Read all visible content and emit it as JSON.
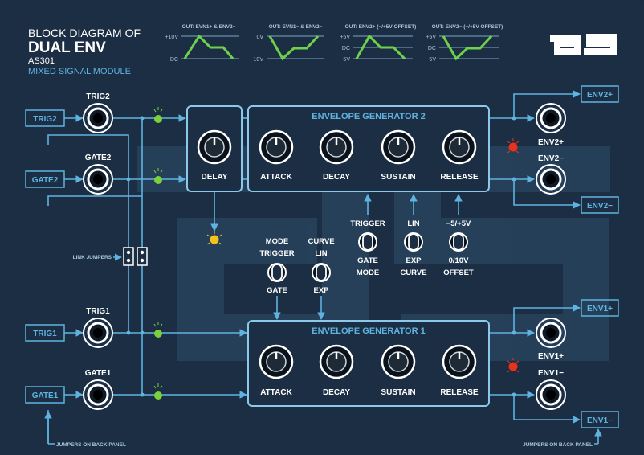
{
  "header": {
    "line1": "BLOCK DIAGRAM OF",
    "line2": "DUAL ENV",
    "model": "AS301",
    "subtitle": "MIXED SIGNAL MODULE",
    "logo": "a5"
  },
  "waveforms": [
    {
      "title": "OUT: EVN1+ & ENV2+",
      "top": "+10V",
      "bottom": "DC"
    },
    {
      "title": "OUT: EVN1− & ENV2−",
      "top": "0V",
      "bottom": "−10V"
    },
    {
      "title": "OUT: ENV2+ (−/+5V OFFSET)",
      "top": "+5V",
      "mid": "DC",
      "bottom": "−5V"
    },
    {
      "title": "OUT: ENV2− (−/+5V OFFSET)",
      "top": "+5V",
      "mid": "DC",
      "bottom": "−5V"
    }
  ],
  "inputs": {
    "trig2": "TRIG2",
    "gate2": "GATE2",
    "trig1": "TRIG1",
    "gate1": "GATE1"
  },
  "jacks": {
    "trig2": "TRIG2",
    "gate2": "GATE2",
    "trig1": "TRIG1",
    "gate1": "GATE1",
    "env2p": "ENV2+",
    "env2m": "ENV2−",
    "env1p": "ENV1+",
    "env1m": "ENV1−"
  },
  "outputs": {
    "env2p": "ENV2+",
    "env2m": "ENV2−",
    "env1p": "ENV1+",
    "env1m": "ENV1−"
  },
  "delay": {
    "label": "DELAY"
  },
  "eg2": {
    "title": "ENVELOPE GENERATOR 2",
    "knobs": [
      "ATTACK",
      "DECAY",
      "SUSTAIN",
      "RELEASE"
    ]
  },
  "eg1": {
    "title": "ENVELOPE GENERATOR 1",
    "knobs": [
      "ATTACK",
      "DECAY",
      "SUSTAIN",
      "RELEASE"
    ]
  },
  "switches": {
    "mode": {
      "top1": "MODE",
      "top2": "TRIGGER",
      "bottom": "GATE"
    },
    "curve": {
      "top1": "CURVE",
      "top2": "LIN",
      "bottom": "EXP"
    },
    "sw2_mode": {
      "top": "TRIGGER",
      "bottom1": "GATE",
      "bottom2": "MODE"
    },
    "sw2_curve": {
      "top": "LIN",
      "bottom1": "EXP",
      "bottom2": "CURVE"
    },
    "sw2_offset": {
      "top": "−5/+5V",
      "bottom1": "0/10V",
      "bottom2": "OFFSET"
    }
  },
  "notes": {
    "link_jumpers": "LINK JUMPERS",
    "jumpers_left": "JUMPERS ON BACK PANEL",
    "jumpers_right": "JUMPERS ON BACK PANEL"
  },
  "colors": {
    "background": "#1b2e44",
    "line": "#5fb3e0",
    "panel_border": "#8cc8ea",
    "waveform": "#6fd14a",
    "led_green": "#7ad13a",
    "led_yellow": "#f4c21f",
    "led_red": "#e8321c"
  }
}
